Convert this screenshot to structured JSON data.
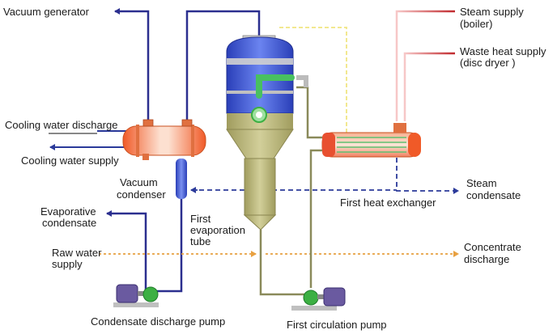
{
  "labels": {
    "vacuum_generator": "Vacuum generator",
    "cooling_water_discharge": "Cooling water discharge",
    "cooling_water_supply": "Cooling water supply",
    "vacuum_condenser_1": "Vacuum",
    "vacuum_condenser_2": "condenser",
    "evaporative_condensate_1": "Evaporative",
    "evaporative_condensate_2": "condensate",
    "raw_water_supply_1": "Raw water",
    "raw_water_supply_2": "supply",
    "first_evaporation_tube_1": "First",
    "first_evaporation_tube_2": "evaporation",
    "first_evaporation_tube_3": "tube",
    "condensate_discharge_pump": "Condensate discharge pump",
    "first_circulation_pump": "First circulation pump",
    "steam_supply_1": "Steam supply",
    "steam_supply_2": "(boiler)",
    "waste_heat_supply_1": "Waste heat supply",
    "waste_heat_supply_2": "(disc dryer )",
    "first_heat_exchanger": "First heat exchanger",
    "steam_condensate_1": "Steam",
    "steam_condensate_2": "condensate",
    "concentrate_discharge_1": "Concentrate",
    "concentrate_discharge_2": "discharge"
  },
  "colors": {
    "vacuum_line": "#2b2f8f",
    "cooling_water": "#2b3a9a",
    "steam_line": "#c0282c",
    "raw_water": "#e8a040",
    "vapor_line": "#f2e890",
    "condensate_dash": "#2b3a9a",
    "vessel_blue": "#3a56d6",
    "vessel_olive": "#b8b47a",
    "pump_green": "#3cb043",
    "exchanger_red": "#f05a28"
  }
}
